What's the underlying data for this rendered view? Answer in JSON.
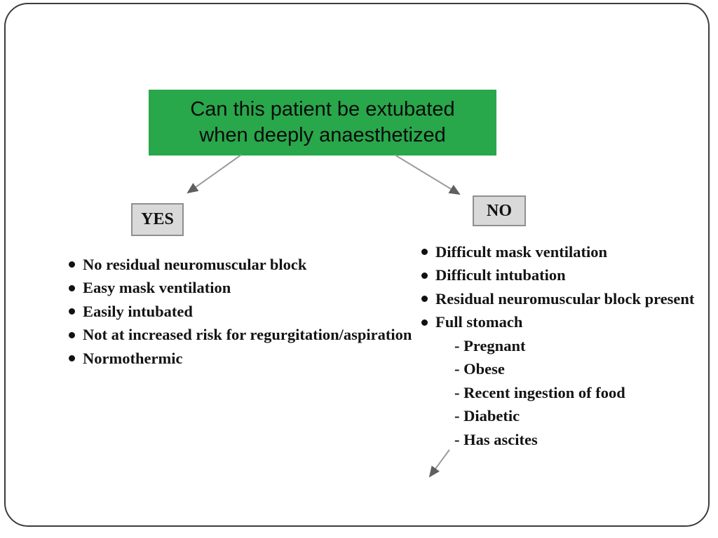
{
  "slide": {
    "question": {
      "line1": "Can this patient be extubated",
      "line2": "when deeply anaesthetized"
    },
    "yes_branch": {
      "label": "YES",
      "items": [
        "No residual neuromuscular block",
        "Easy mask ventilation",
        "Easily intubated",
        "Not at increased risk for regurgitation/aspiration",
        "Normothermic"
      ]
    },
    "no_branch": {
      "label": "NO",
      "items": [
        "Difficult mask ventilation",
        "Difficult intubation",
        "Residual neuromuscular block present",
        "Full stomach"
      ],
      "subitems": [
        "- Pregnant",
        "- Obese",
        "- Recent ingestion of food",
        "- Diabetic",
        "- Has ascites"
      ]
    },
    "colors": {
      "question_bg": "#28a74b",
      "question_text": "#0b0b0b",
      "branch_box_bg": "#d9d9d9",
      "branch_box_border": "#8f8f8f",
      "arrow_line": "#9b9b9b",
      "arrowhead": "#5f5f5f",
      "body_text": "#141414",
      "frame_border": "#3c3c3c"
    }
  }
}
